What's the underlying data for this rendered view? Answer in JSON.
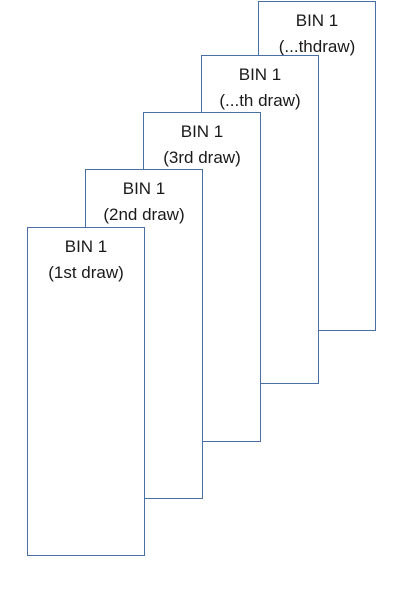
{
  "bins": [
    {
      "title": "BIN 1",
      "draw": "(1st draw)"
    },
    {
      "title": "BIN 1",
      "draw": "(2nd draw)"
    },
    {
      "title": "BIN 1",
      "draw": "(3rd draw)"
    },
    {
      "title": "BIN 1",
      "draw": "(...th draw)"
    },
    {
      "title": "BIN 1",
      "draw": "(...thdraw)"
    }
  ],
  "colors": {
    "border": "#4a6fa5",
    "text": "#1a1a1a",
    "background": "#ffffff"
  }
}
